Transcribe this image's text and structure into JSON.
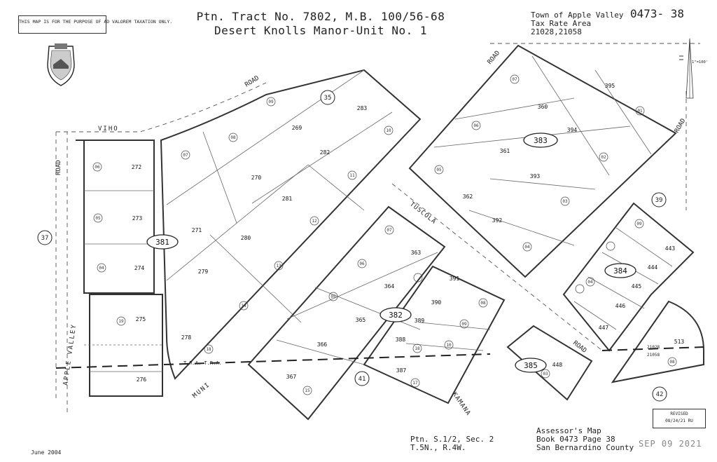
{
  "disclaimer": "THIS MAP IS FOR THE PURPOSE OF AD VALOREM TAXATION ONLY.",
  "title": {
    "line1": "Ptn. Tract No. 7802, M.B. 100/56-68",
    "line2": "Desert Knolls Manor-Unit No. 1"
  },
  "tax_area": {
    "town": "Town of Apple Valley",
    "label": "Tax Rate Area",
    "codes": "21028,21058"
  },
  "book_page": "0473- 38",
  "scale": "1\"=100'",
  "streets": {
    "viho": "VIHO",
    "road_left": "ROAD",
    "apple_valley": "APPLE VALLEY",
    "road_upper": "ROAD",
    "road_top": "ROAD",
    "road_right": "ROAD",
    "tuscola": "TUSCOLA",
    "road_lower": "ROAD",
    "muni": "MUNI",
    "kamana": "KAMANA",
    "tra": "T.R.A. T.R.A."
  },
  "page_refs": [
    "37",
    "35",
    "39",
    "41",
    "42"
  ],
  "blocks": [
    "381",
    "382",
    "383",
    "384",
    "385"
  ],
  "parcels": [
    "272",
    "273",
    "274",
    "275",
    "276",
    "271",
    "270",
    "269",
    "283",
    "282",
    "281",
    "280",
    "279",
    "278",
    "360",
    "395",
    "361",
    "394",
    "362",
    "393",
    "392",
    "363",
    "364",
    "365",
    "366",
    "367",
    "391",
    "390",
    "389",
    "388",
    "387",
    "443",
    "444",
    "445",
    "446",
    "447",
    "448",
    "513"
  ],
  "lots": [
    "01",
    "02",
    "03",
    "04",
    "05",
    "06",
    "07",
    "08",
    "09",
    "10",
    "11",
    "12",
    "13",
    "14",
    "15",
    "16",
    "17",
    "18",
    "19"
  ],
  "tra_codes": [
    "21028",
    "21058"
  ],
  "footer": {
    "date": "June 2004",
    "section": "Ptn. S.1/2, Sec. 2",
    "township": "T.5N., R.4W.",
    "assessor1": "Assessor's Map",
    "assessor2": "Book 0473 Page 38",
    "assessor3": "San Bernardino County",
    "stamp": "SEP 09 2021"
  },
  "revised": {
    "label": "REVISED",
    "value": "08/24/21 RU"
  },
  "seal_icon": "county-seal-icon",
  "north_icon": "north-arrow-icon"
}
